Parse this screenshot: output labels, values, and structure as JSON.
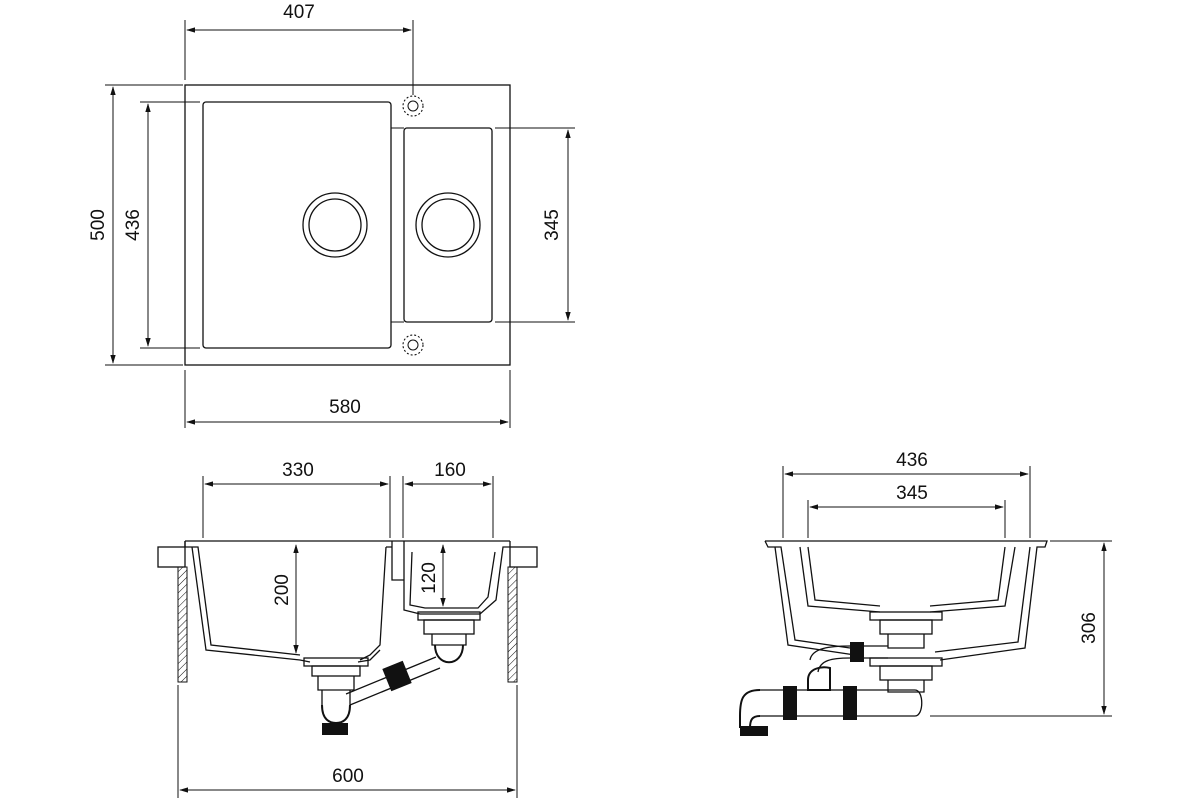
{
  "top_view": {
    "dims": {
      "overall_width": "580",
      "overall_depth": "500",
      "bowl_depth": "436",
      "small_bowl_depth": "345",
      "hole_offset": "407"
    }
  },
  "front_view": {
    "dims": {
      "big_bowl_width": "330",
      "small_bowl_width": "160",
      "big_bowl_depth": "200",
      "small_bowl_depth": "120",
      "cabinet_width": "600"
    }
  },
  "side_view": {
    "dims": {
      "outer_width": "436",
      "inner_width": "345",
      "total_height": "306"
    }
  }
}
